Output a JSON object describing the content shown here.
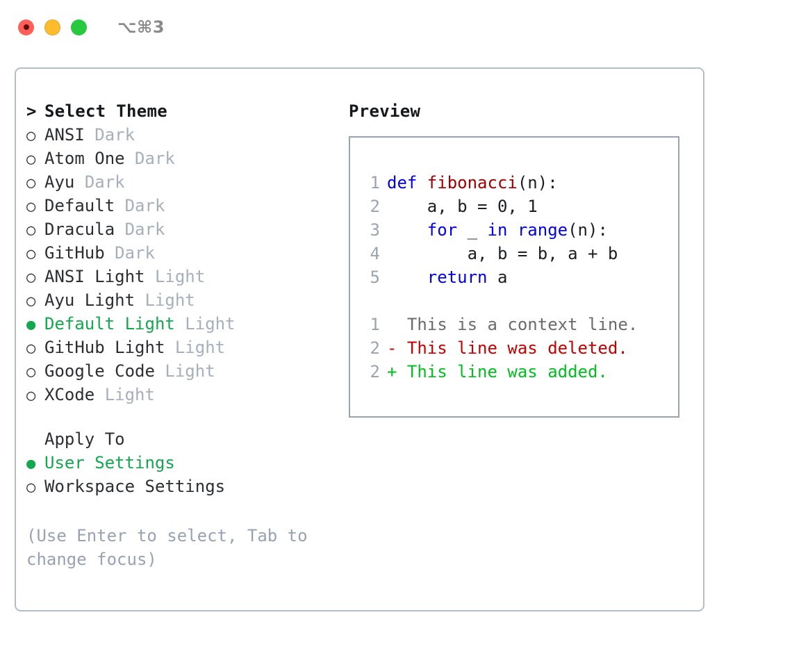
{
  "titlebar": {
    "shortcut": "⌥⌘3",
    "buttons": [
      {
        "name": "close",
        "color": "#ff5f56"
      },
      {
        "name": "minimize",
        "color": "#ffbd2e"
      },
      {
        "name": "maximize",
        "color": "#27c93f"
      }
    ]
  },
  "colors": {
    "selected_green": "#13a84e",
    "muted": "#a6afbb",
    "hint": "#98a2b3",
    "border": "#b3bcc8",
    "preview_border": "#97a3b2",
    "keyword_blue": "#0000ee",
    "function_red": "#a00000",
    "diff_deleted": "#c60000",
    "diff_added": "#00bf1f",
    "line_number": "#9aa4b0"
  },
  "theme_section": {
    "marker": ">",
    "heading": "Select Theme",
    "items": [
      {
        "marker": "○",
        "name": "ANSI",
        "variant": "Dark",
        "selected": false
      },
      {
        "marker": "○",
        "name": "Atom One",
        "variant": "Dark",
        "selected": false
      },
      {
        "marker": "○",
        "name": "Ayu",
        "variant": "Dark",
        "selected": false
      },
      {
        "marker": "○",
        "name": "Default",
        "variant": "Dark",
        "selected": false
      },
      {
        "marker": "○",
        "name": "Dracula",
        "variant": "Dark",
        "selected": false
      },
      {
        "marker": "○",
        "name": "GitHub",
        "variant": "Dark",
        "selected": false
      },
      {
        "marker": "○",
        "name": "ANSI Light",
        "variant": "Light",
        "selected": false
      },
      {
        "marker": "○",
        "name": "Ayu Light",
        "variant": "Light",
        "selected": false
      },
      {
        "marker": "●",
        "name": "Default Light",
        "variant": "Light",
        "selected": true
      },
      {
        "marker": "○",
        "name": "GitHub Light",
        "variant": "Light",
        "selected": false
      },
      {
        "marker": "○",
        "name": "Google Code",
        "variant": "Light",
        "selected": false
      },
      {
        "marker": "○",
        "name": "XCode",
        "variant": "Light",
        "selected": false
      }
    ]
  },
  "apply_section": {
    "heading": "Apply To",
    "items": [
      {
        "marker": "●",
        "label": "User Settings",
        "selected": true
      },
      {
        "marker": "○",
        "label": "Workspace Settings",
        "selected": false
      }
    ]
  },
  "hint": "(Use Enter to select, Tab to change focus)",
  "preview": {
    "title": "Preview",
    "code_lines": [
      {
        "num": "1",
        "tokens": [
          {
            "text": "def ",
            "style": "kw"
          },
          {
            "text": "fibonacci",
            "style": "fn"
          },
          {
            "text": "(n):",
            "style": "pl"
          }
        ]
      },
      {
        "num": "2",
        "tokens": [
          {
            "text": "    a, b = 0, 1",
            "style": "pl"
          }
        ]
      },
      {
        "num": "3",
        "tokens": [
          {
            "text": "    ",
            "style": "pl"
          },
          {
            "text": "for ",
            "style": "kw"
          },
          {
            "text": "_ ",
            "style": "pl"
          },
          {
            "text": "in ",
            "style": "kw"
          },
          {
            "text": "range",
            "style": "kw"
          },
          {
            "text": "(n):",
            "style": "pl"
          }
        ]
      },
      {
        "num": "4",
        "tokens": [
          {
            "text": "        a, b = b, a + b",
            "style": "pl"
          }
        ]
      },
      {
        "num": "5",
        "tokens": [
          {
            "text": "    ",
            "style": "pl"
          },
          {
            "text": "return ",
            "style": "kw"
          },
          {
            "text": "a",
            "style": "pl"
          }
        ]
      }
    ],
    "diff_lines": [
      {
        "num": "1",
        "text": "  This is a context line.",
        "style": "ctx"
      },
      {
        "num": "2",
        "text": "- This line was deleted.",
        "style": "del"
      },
      {
        "num": "2",
        "text": "+ This line was added.",
        "style": "add"
      }
    ]
  }
}
